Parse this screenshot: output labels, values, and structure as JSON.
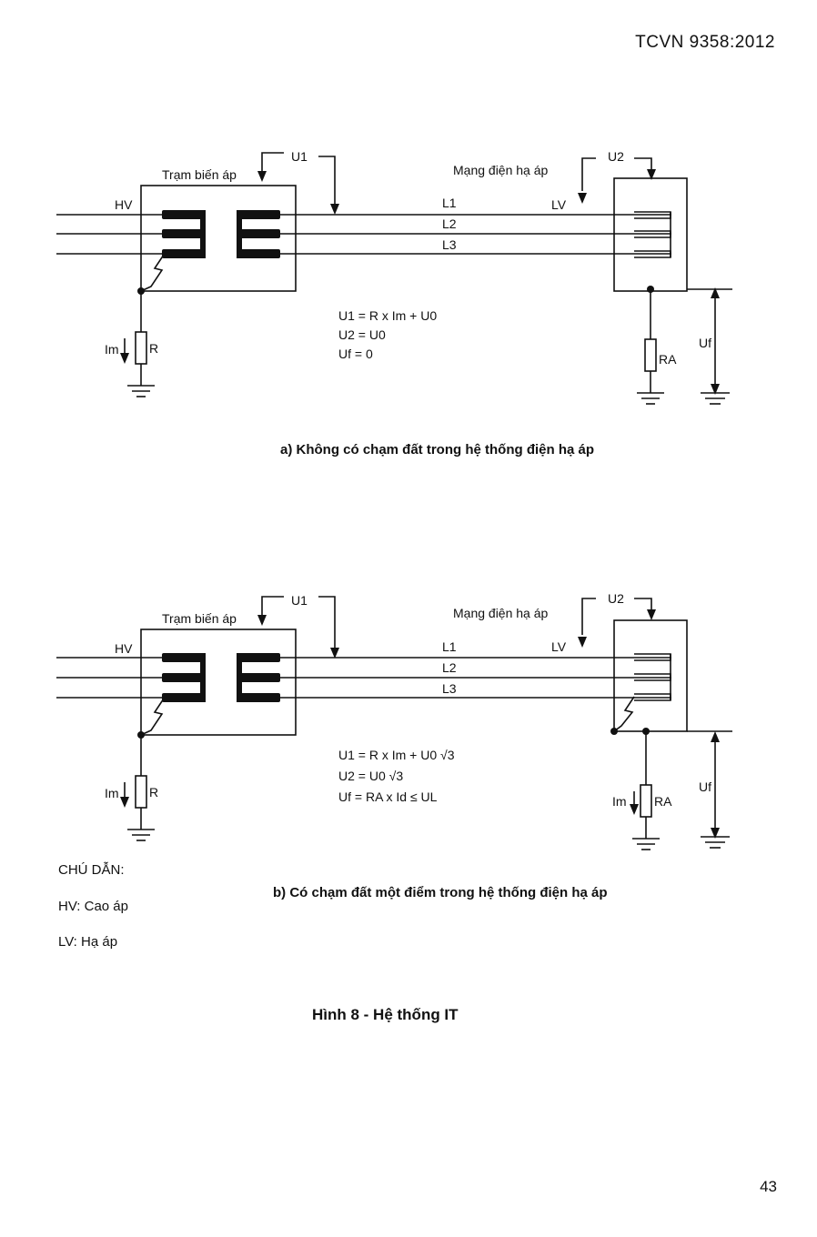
{
  "header": {
    "standard": "TCVN 9358:2012"
  },
  "diagram_a": {
    "substation": "Trạm biến áp",
    "lv_network": "Mạng điện hạ áp",
    "hv": "HV",
    "lv": "LV",
    "u1": "U1",
    "u2": "U2",
    "lines": [
      "L1",
      "L2",
      "L3"
    ],
    "im": "Im",
    "r": "R",
    "ra": "RA",
    "uf": "Uf",
    "equations": [
      "U1 = R x Im + U0",
      "U2 = U0",
      "Uf = 0"
    ],
    "caption": "a) Không có chạm đất trong hệ thống điện hạ áp"
  },
  "diagram_b": {
    "substation": "Trạm biến áp",
    "lv_network": "Mạng điện hạ áp",
    "hv": "HV",
    "lv": "LV",
    "u1": "U1",
    "u2": "U2",
    "lines": [
      "L1",
      "L2",
      "L3"
    ],
    "im": "Im",
    "im2": "Im",
    "r": "R",
    "ra": "RA",
    "uf": "Uf",
    "equations": [
      "U1 = R x Im + U0 √3",
      "U2 = U0 √3",
      "Uf = RA x Id ≤ UL"
    ],
    "caption": "b) Có chạm đất một điểm trong hệ thống điện hạ áp"
  },
  "legend": {
    "title": "CHÚ DẪN:",
    "items": [
      "HV: Cao áp",
      "LV: Hạ áp"
    ]
  },
  "figure_title": "Hình 8 - Hệ thống IT",
  "page_number": "43"
}
